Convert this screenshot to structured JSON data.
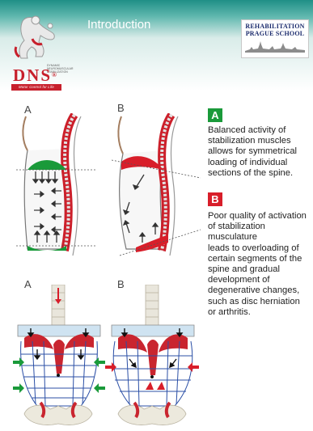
{
  "header": {
    "title": "Introduction",
    "logo": {
      "name": "DNS",
      "registered": "®",
      "tagline": "Motor Control for Life",
      "small_text": "Dynamic Neuromuscular Stabilization"
    },
    "school": {
      "line1": "REHABILITATION",
      "line2": "PRAGUE SCHOOL"
    },
    "colors": {
      "header_teal": "#1f8f86",
      "dns_red": "#c7202c",
      "legend_green": "#1a9a3a",
      "legend_red": "#d81e2a"
    }
  },
  "figures": {
    "top_left_label": "A",
    "top_right_label": "B",
    "bottom_left_label": "A",
    "bottom_right_label": "B"
  },
  "legend": {
    "a": {
      "badge": "A",
      "lines": [
        "Balanced activity of",
        "stabilization muscles",
        "allows for symmetrical",
        "loading of individual",
        "sections of the spine."
      ]
    },
    "b": {
      "badge": "B",
      "lines": [
        "Poor quality of activation",
        "of stabilization musculature",
        "leads to overloading of",
        "certain segments of the",
        "spine and gradual",
        "development of",
        "degenerative changes,",
        "such as disc herniation",
        "or arthritis."
      ]
    }
  }
}
